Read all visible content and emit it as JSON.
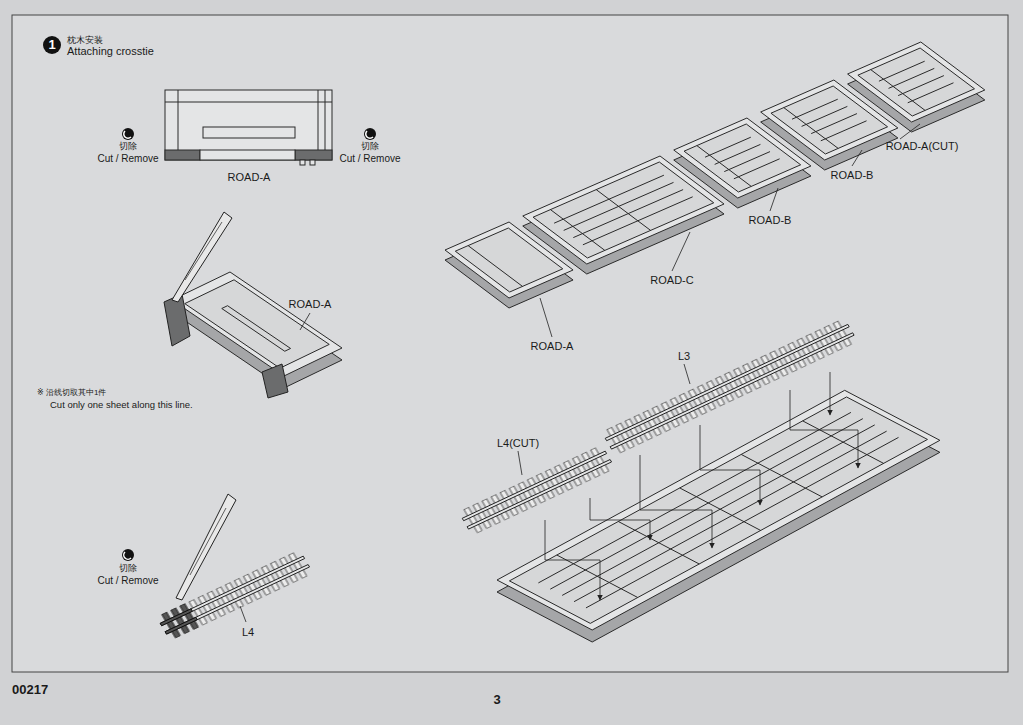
{
  "diagram": {
    "nodes": [
      {
        "text": [
          "1",
          "枕木安装",
          "Attaching crosstie"
        ]
      }
    ],
    "labels": [
      "切除",
      "Cut / Remove",
      "切除",
      "Cut / Remove",
      "ROAD-A",
      "ROAD-A",
      "※ 沿线切取其中1件",
      "Cut only one sheet along this line.",
      "切除",
      "Cut / Remove",
      "L4",
      "ROAD-A(CUT)",
      "ROAD-B",
      "ROAD-B",
      "ROAD-C",
      "ROAD-A",
      "L3",
      "L4(CUT)",
      "00217",
      "3"
    ]
  }
}
